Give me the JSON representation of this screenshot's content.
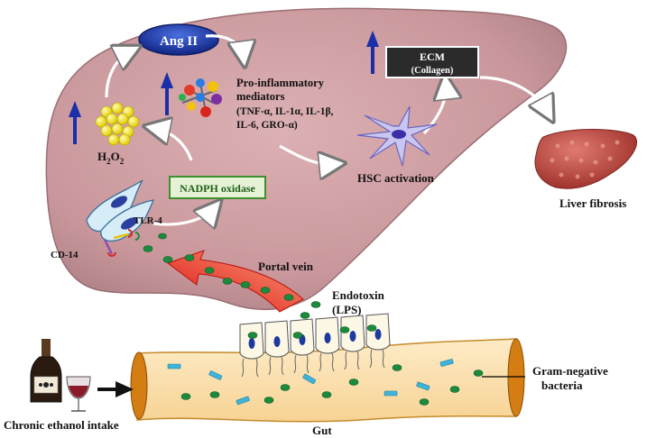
{
  "labels": {
    "ang_ii": "Ang II",
    "pro_inflammatory": [
      "Pro-inflammatory",
      "mediators",
      "(TNF-α, IL-1α, IL-1β,",
      "IL-6, GRO-α)"
    ],
    "h2o2": {
      "base": "H",
      "sub1": "2",
      "mid": "O",
      "sub2": "2"
    },
    "nadph_oxidase": "NADPH oxidase",
    "ecm": "ECM",
    "collagen": "(Collagen)",
    "hsc_activation": "HSC activation",
    "liver_fibrosis": "Liver fibrosis",
    "tlr4": "TLR-4",
    "cd14": "CD-14",
    "portal_vein": "Portal vein",
    "endotoxin": [
      "Endotoxin",
      "(LPS)"
    ],
    "gram_negative": [
      "Gram-negative",
      "bacteria"
    ],
    "chronic_ethanol": "Chronic ethanol intake",
    "gut": "Gut"
  },
  "colors": {
    "liver": "#c9979b",
    "liver_edge": "#9a6e73",
    "ang_ii_fill": "#1e3fb0",
    "nadph_fill": "#e6f2d6",
    "nadph_border": "#3f8f2f",
    "ecm_fill": "#2b2b2b",
    "up_arrow": "#1a2fa8",
    "portal_arrow": "#e0211d",
    "endotoxin_dot": "#1c8a3c",
    "bacteria_bar": "#3fb4d9",
    "gut_fill": "#fbe3b5",
    "gut_edge": "#c58a2a",
    "fibrotic_liver": "#b8453e"
  },
  "icons": {
    "up_arrows": [
      "up-arrow-icon",
      "up-arrow-icon",
      "up-arrow-icon"
    ],
    "cells": [
      "kupffer-cell-icon",
      "hepatic-stellate-cell-icon",
      "enterocyte-icon"
    ],
    "objects": [
      "bottle-icon",
      "wine-glass-icon",
      "fibrotic-liver-icon",
      "molecule-cluster-icon",
      "h2o2-cluster-icon"
    ]
  }
}
